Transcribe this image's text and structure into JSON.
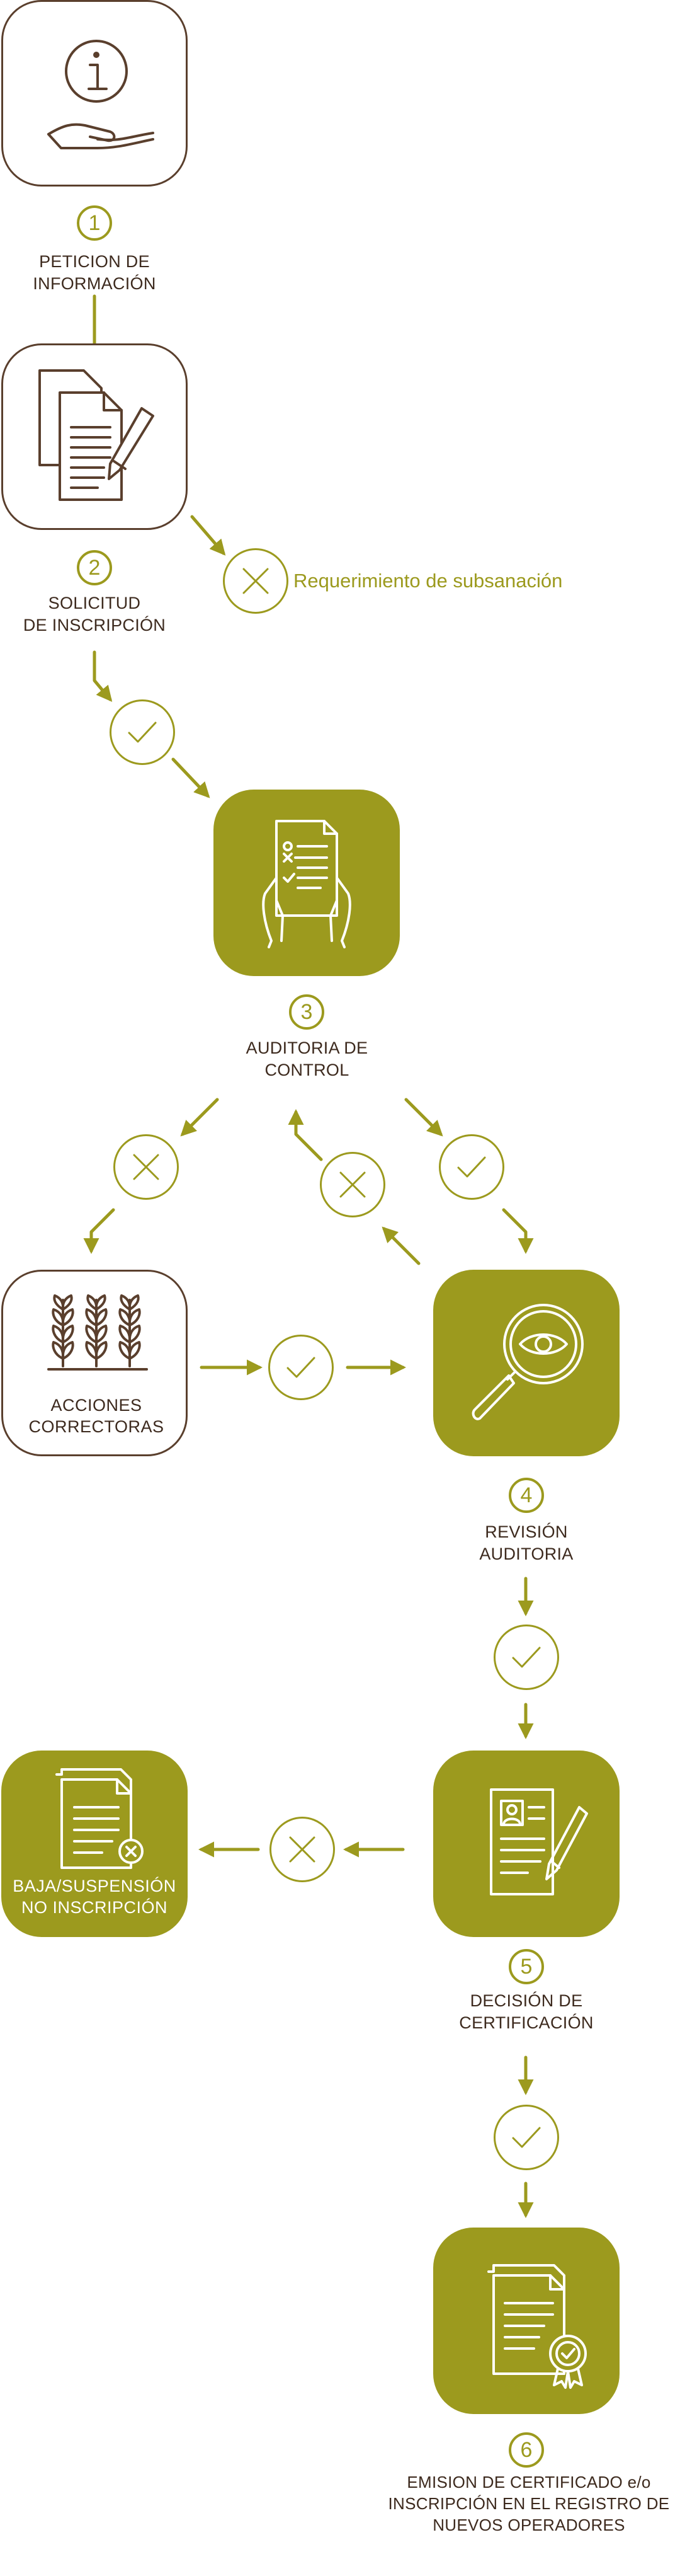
{
  "colors": {
    "accent": "#9c9a1e",
    "outline": "#5a3f2d",
    "text": "#3d2a1e"
  },
  "steps": [
    {
      "number": "1",
      "icon": "info-hand-icon",
      "lines": [
        "PETICION DE",
        "INFORMACIÓN"
      ]
    },
    {
      "number": "2",
      "icon": "documents-pen-icon",
      "lines": [
        "SOLICITUD",
        "DE INSCRIPCIÓN"
      ]
    },
    {
      "number": "3",
      "icon": "checklist-hands-icon",
      "lines": [
        "AUDITORIA DE",
        "CONTROL"
      ]
    },
    {
      "number": "4",
      "icon": "magnifier-eye-icon",
      "lines": [
        "REVISIÓN",
        "AUDITORIA"
      ]
    },
    {
      "number": "5",
      "icon": "profile-document-pen-icon",
      "lines": [
        "DECISIÓN DE",
        "CERTIFICACIÓN"
      ]
    },
    {
      "number": "6",
      "icon": "certificate-seal-icon",
      "lines": [
        "EMISION DE CERTIFICADO  e/o",
        "INSCRIPCIÓN EN EL REGISTRO DE",
        "NUEVOS OPERADORES"
      ]
    }
  ],
  "side_boxes": {
    "corrective": {
      "icon": "wheat-icon",
      "lines": [
        "ACCIONES",
        "CORRECTORAS"
      ]
    },
    "rejection": {
      "icon": "document-cancel-icon",
      "lines": [
        "BAJA/SUSPENSIÓN",
        "NO INSCRIPCIÓN"
      ]
    }
  },
  "requirement_text": "Requerimiento de subsanación"
}
